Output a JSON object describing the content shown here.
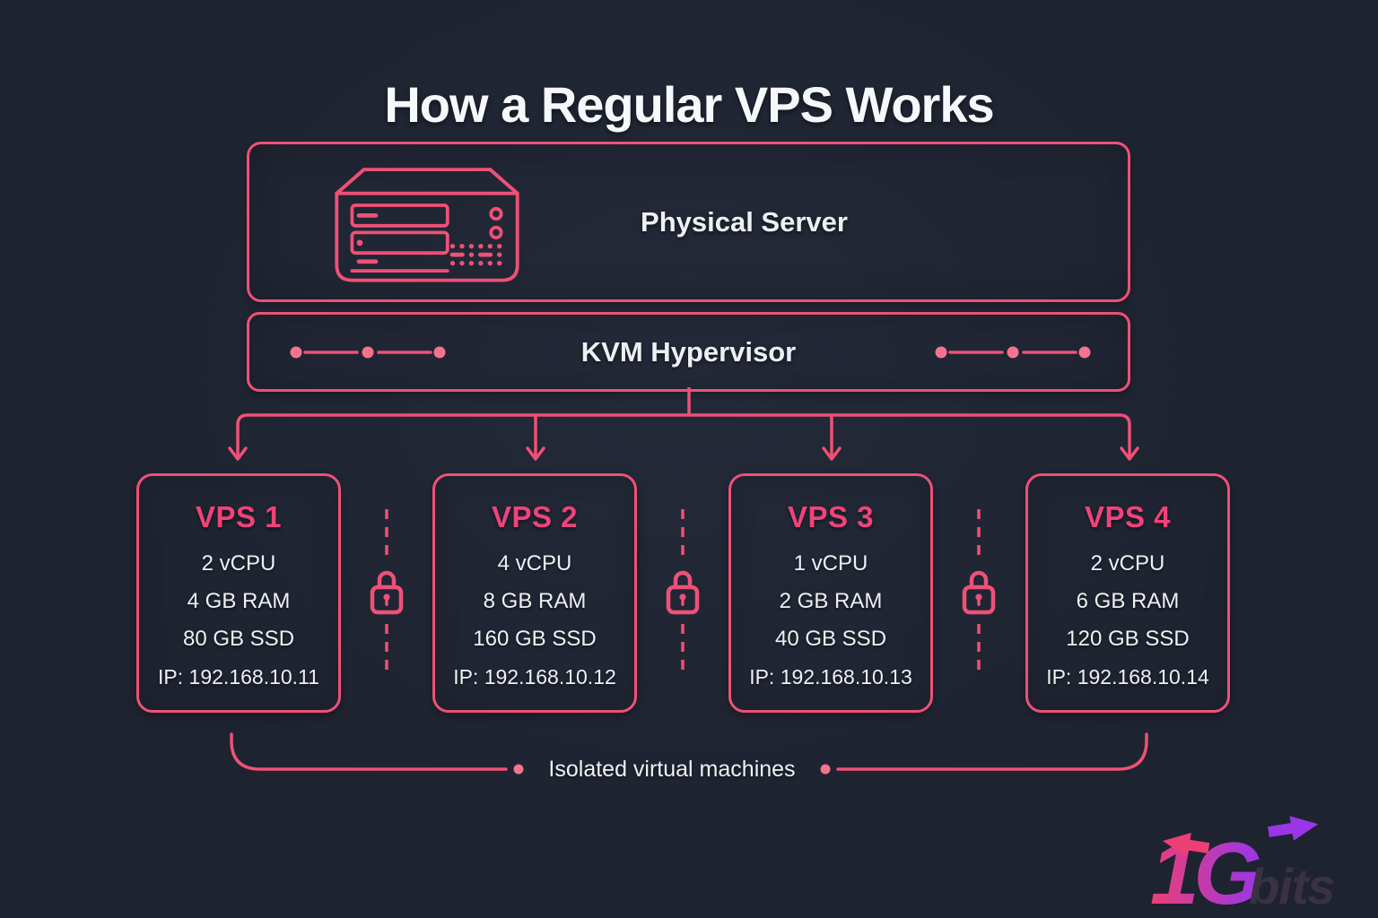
{
  "title": "How a Regular VPS Works",
  "physical_server": {
    "label": "Physical Server",
    "icon": "server-icon"
  },
  "hypervisor": {
    "label": "KVM Hypervisor",
    "decoration": "node-links-icon"
  },
  "vps_nodes": [
    {
      "name": "VPS 1",
      "cpu": "2 vCPU",
      "ram": "4 GB RAM",
      "storage": "80 GB SSD",
      "ip": "IP: 192.168.10.11"
    },
    {
      "name": "VPS 2",
      "cpu": "4 vCPU",
      "ram": "8 GB RAM",
      "storage": "160 GB SSD",
      "ip": "IP: 192.168.10.12"
    },
    {
      "name": "VPS 3",
      "cpu": "1 vCPU",
      "ram": "2 GB RAM",
      "storage": "40 GB SSD",
      "ip": "IP: 192.168.10.13"
    },
    {
      "name": "VPS 4",
      "cpu": "2 vCPU",
      "ram": "6 GB RAM",
      "storage": "120 GB SSD",
      "ip": "IP: 192.168.10.14"
    }
  ],
  "isolation_label": "Isolated virtual machines",
  "separator_icon": "lock-icon",
  "logo": {
    "primary": "1G",
    "secondary": "bits"
  },
  "colors": {
    "background": "#1e2330",
    "accent_stroke": "#ef5077",
    "vps_title_pink": "#f04379",
    "text_white": "#eef0f3",
    "logo_pink": "#ec3f74",
    "logo_purple": "#9a36e8",
    "logo_bits": "#3a3142"
  }
}
